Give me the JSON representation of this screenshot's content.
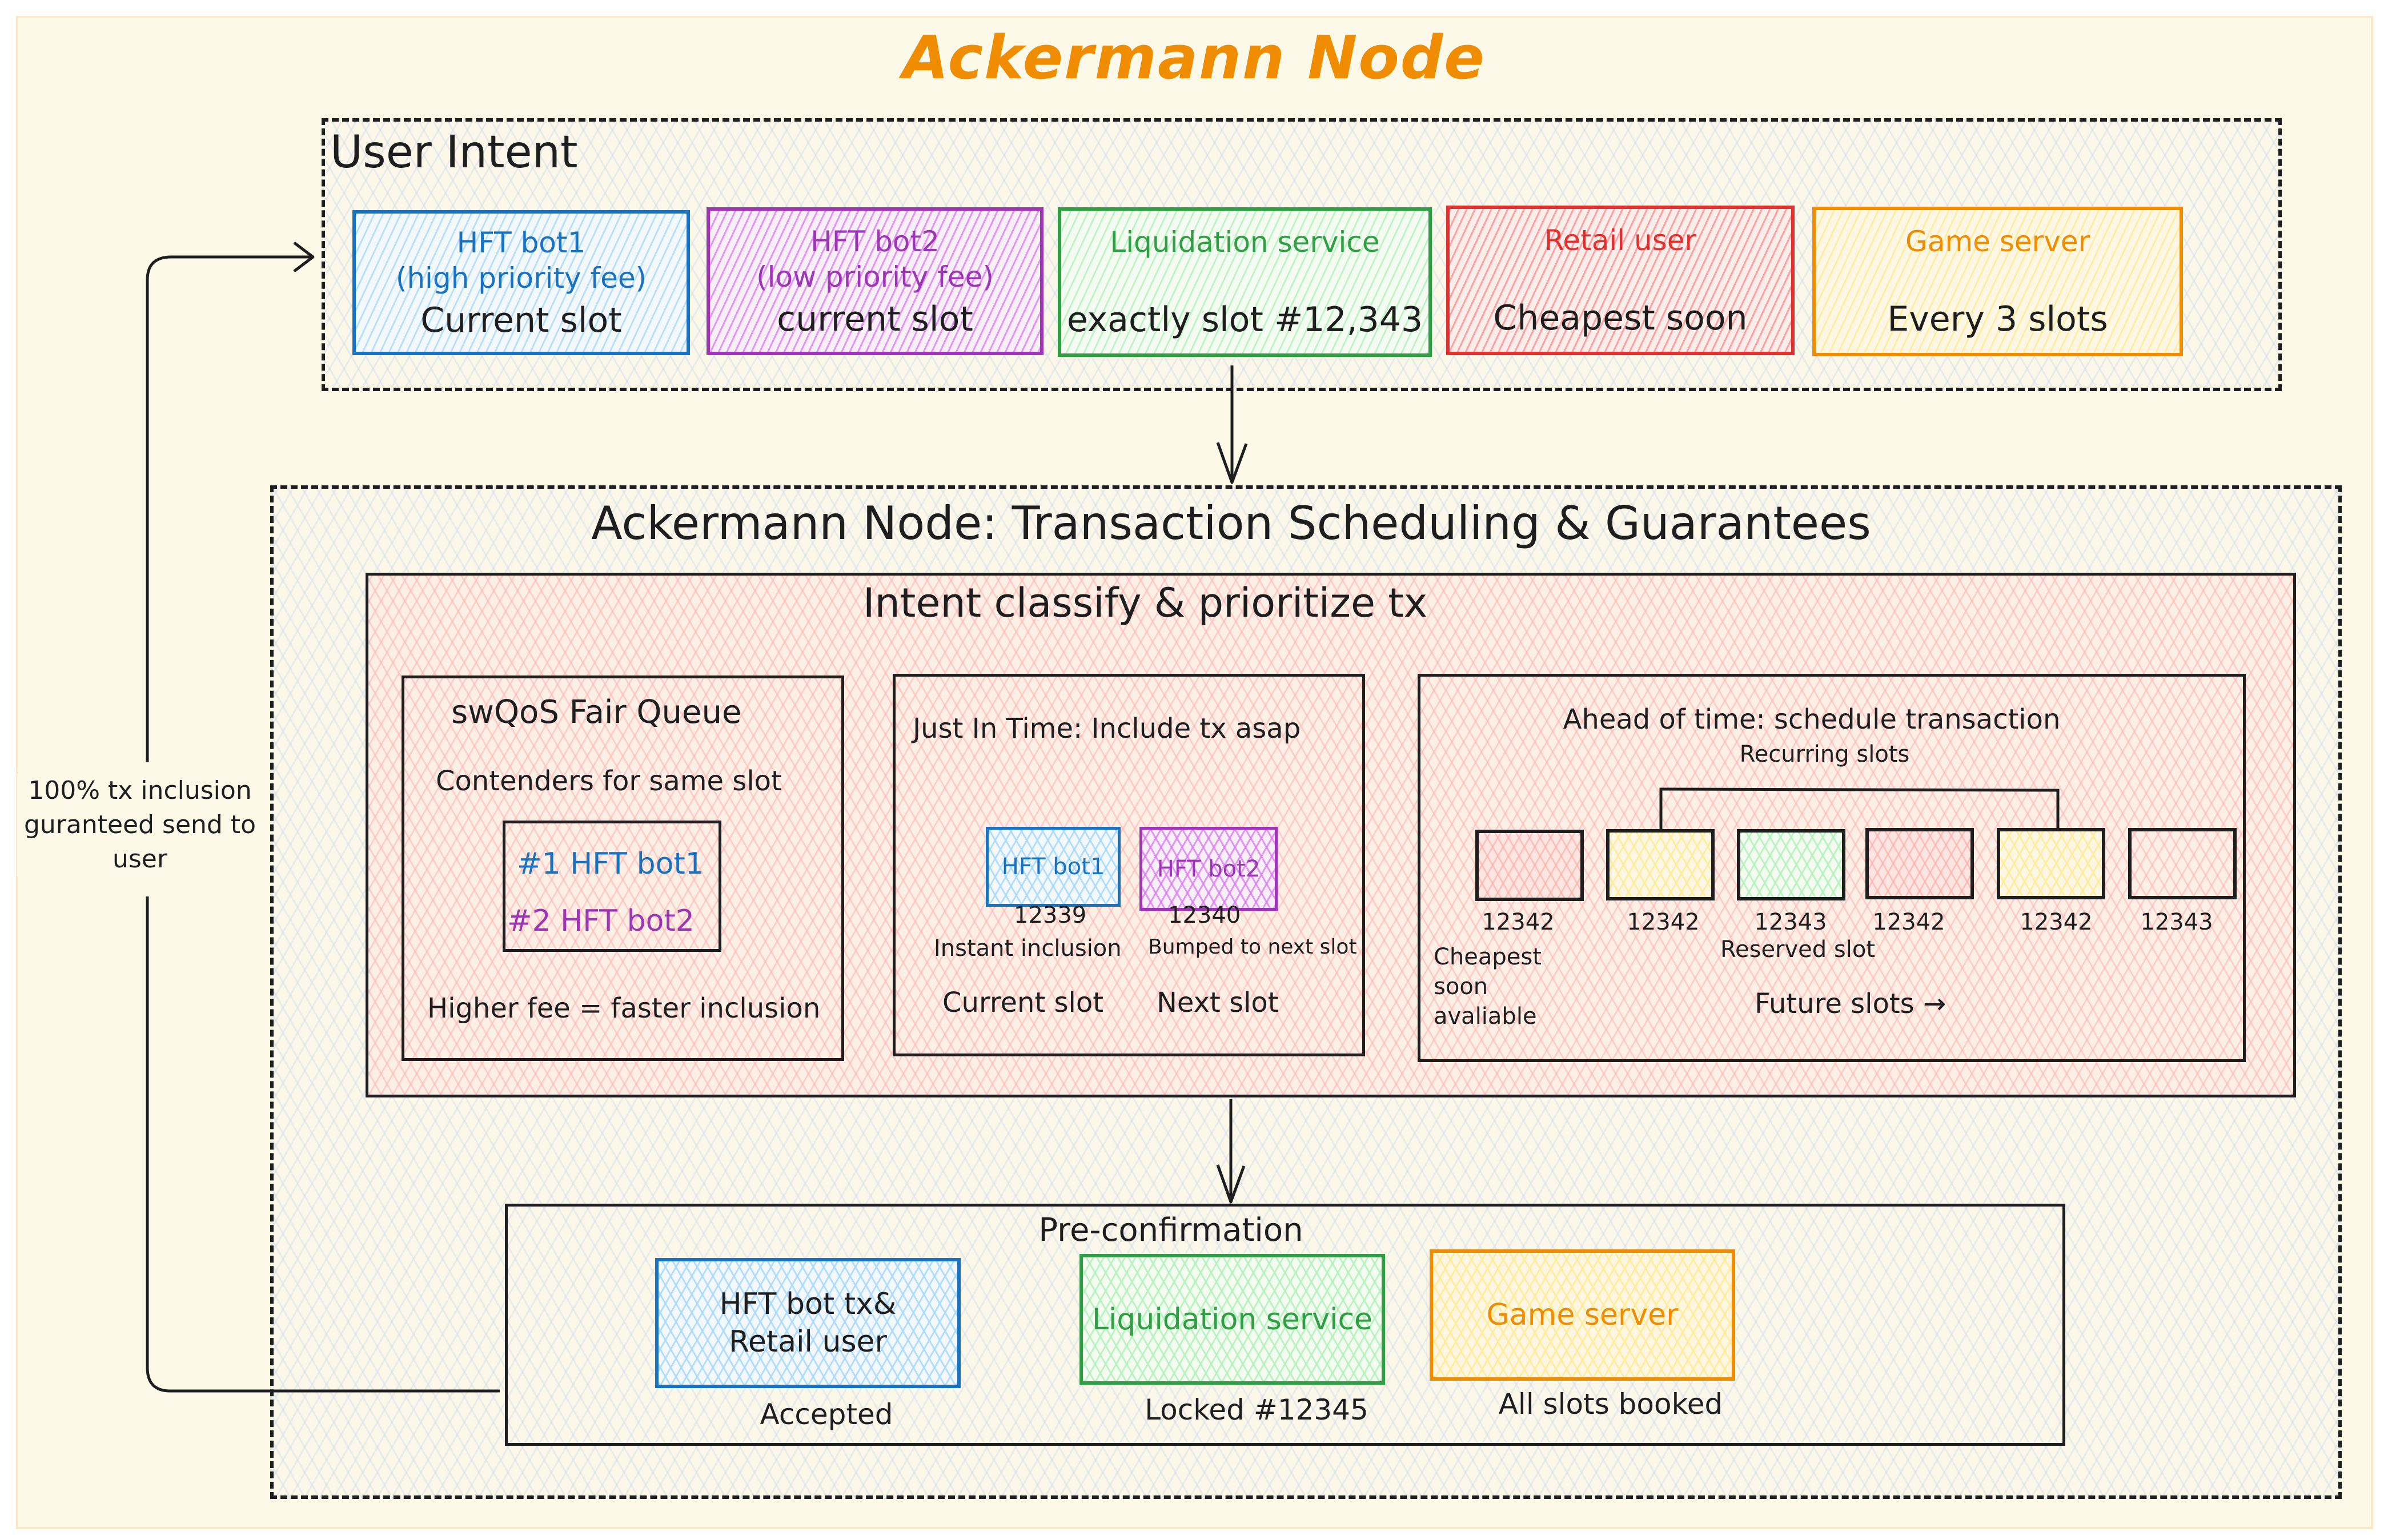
{
  "title": "Ackermann Node",
  "user_intent": {
    "label": "User Intent",
    "cards": [
      {
        "name": "HFT bot1",
        "detail": "(high priority fee)",
        "intent": "Current slot",
        "color": "#1971c2"
      },
      {
        "name": "HFT bot2",
        "detail": "(low priority fee)",
        "intent": "current slot",
        "color": "#9c36b5"
      },
      {
        "name": "Liquidation service",
        "detail": "",
        "intent": "exactly slot #12,343",
        "color": "#2f9e44"
      },
      {
        "name": "Retail user",
        "detail": "",
        "intent": "Cheapest soon",
        "color": "#e03131"
      },
      {
        "name": "Game server",
        "detail": "",
        "intent": "Every 3 slots",
        "color": "#f08c00"
      }
    ]
  },
  "feedback_label": "100% tx inclusion guranteed send to user",
  "scheduling": {
    "label": "Ackermann Node: Transaction Scheduling & Guarantees",
    "classify": {
      "label": "Intent classify & prioritize tx",
      "fair_queue": {
        "title": "swQoS Fair Queue",
        "subtitle": "Contenders for same slot",
        "entries": [
          "#1 HFT bot1",
          "#2 HFT bot2"
        ],
        "footer": "Higher fee = faster inclusion"
      },
      "just_in_time": {
        "title": "Just In Time: Include tx asap",
        "items": [
          {
            "name": "HFT bot1",
            "slot": "12339",
            "status": "Instant inclusion",
            "slot_label": "Current slot"
          },
          {
            "name": "HFT bot2",
            "slot": "12340",
            "status": "Bumped to next slot",
            "slot_label": "Next slot"
          }
        ]
      },
      "ahead_of_time": {
        "title": "Ahead of time: schedule transaction",
        "recurring_label": "Recurring slots",
        "slots": [
          {
            "number": "12342",
            "color": "red"
          },
          {
            "number": "12342",
            "color": "orange"
          },
          {
            "number": "12343",
            "color": "green"
          },
          {
            "number": "12342",
            "color": "red"
          },
          {
            "number": "12342",
            "color": "orange"
          },
          {
            "number": "12343",
            "color": "black"
          }
        ],
        "cheapest_note": "Cheapest soon avaliable",
        "reserved_note": "Reserved slot",
        "future_label": "Future slots →"
      }
    },
    "preconfirmation": {
      "label": "Pre-confirmation",
      "items": [
        {
          "name": "HFT bot tx& Retail user",
          "status": "Accepted"
        },
        {
          "name": "Liquidation service",
          "status": "Locked #12345"
        },
        {
          "name": "Game server",
          "status": "All slots booked"
        }
      ]
    }
  }
}
